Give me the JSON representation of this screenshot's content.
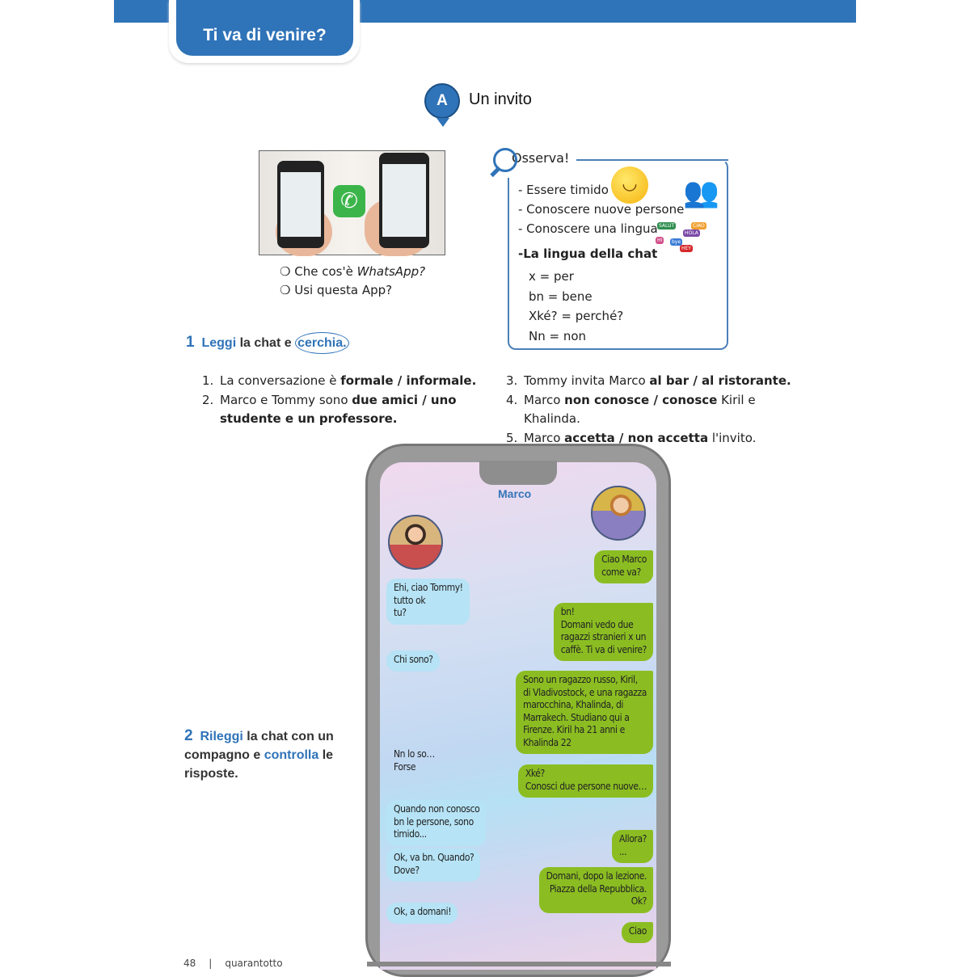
{
  "header": {
    "unit_title": "Ti va di venire?"
  },
  "section": {
    "letter": "A",
    "title": "Un invito"
  },
  "photo": {
    "icon": "whatsapp-icon"
  },
  "questions": [
    {
      "bullet": "❍",
      "text": "Che cos'è ",
      "italic": "WhatsApp?"
    },
    {
      "bullet": "❍",
      "text": "Usi questa App?",
      "italic": ""
    }
  ],
  "osserva": {
    "title": "Osserva!",
    "items": [
      "- Essere timido",
      "- Conoscere nuove persone",
      "- Conoscere una lingua"
    ],
    "subtitle": "-La lingua della chat",
    "abbreviations": [
      "x = per",
      "bn = bene",
      "Xké? = perché?",
      "Nn = non"
    ],
    "bubble_words": [
      "SALUT",
      "HOLA",
      "HI",
      "bye",
      "HEY",
      "CIAO"
    ]
  },
  "exercise1": {
    "number": "1",
    "verb1": "Leggi",
    "mid": " la chat e ",
    "verb2": "cerchia.",
    "items": [
      {
        "n": "1.",
        "pre": "La conversazione è ",
        "bold": "formale / informale.",
        "post": ""
      },
      {
        "n": "2.",
        "pre": "Marco e Tommy sono ",
        "bold": "due amici / uno studente e un professore.",
        "post": ""
      },
      {
        "n": "3.",
        "pre": "Tommy invita Marco ",
        "bold": "al bar / al ristorante.",
        "post": ""
      },
      {
        "n": "4.",
        "pre": "Marco ",
        "bold": "non conosce / conosce",
        "post": " Kiril e Khalinda."
      },
      {
        "n": "5.",
        "pre": "Marco ",
        "bold": "accetta / non accetta",
        "post": " l'invito."
      }
    ]
  },
  "exercise2": {
    "number": "2",
    "verb1": "Rileggi",
    "mid": " la chat con un compagno e ",
    "verb2": "controlla",
    "end": " le risposte."
  },
  "chat": {
    "contact": "Marco",
    "messages": [
      {
        "from": "out",
        "text": "Ciao Marco\ncome va?"
      },
      {
        "from": "in",
        "text": "Ehi, ciao Tommy!\ntutto ok\ntu?"
      },
      {
        "from": "out",
        "text": "bn!\nDomani vedo due\nragazzi stranieri x un\ncaffè. Ti va di venire?"
      },
      {
        "from": "in",
        "text": "Chi sono?"
      },
      {
        "from": "out",
        "text": "Sono un ragazzo russo, Kiril,\ndi Vladivostock, e una ragazza\nmarocchina, Khalinda, di\nMarrakech. Studiano qui a\nFirenze. Kiril ha 21 anni e\nKhalinda 22"
      },
      {
        "from": "in",
        "text": "Nn lo so…\nForse"
      },
      {
        "from": "out",
        "text": "Xké?\nConosci due persone nuove…"
      },
      {
        "from": "in",
        "text": "Quando non conosco\nbn le persone, sono\ntimido..."
      },
      {
        "from": "out",
        "text": "Allora?\n..."
      },
      {
        "from": "in",
        "text": "Ok, va bn. Quando?\nDove?"
      },
      {
        "from": "out",
        "text": "Domani, dopo la lezione.\nPiazza della Repubblica.\nOk?"
      },
      {
        "from": "in",
        "text": "Ok, a domani!"
      },
      {
        "from": "out",
        "text": "Ciao"
      }
    ]
  },
  "footer": {
    "page_number": "48",
    "separator": "|",
    "page_word": "quarantotto"
  },
  "colors": {
    "brand": "#2f73b8",
    "bubble_in": "#b6e3f5",
    "bubble_out": "#8bbd22"
  }
}
